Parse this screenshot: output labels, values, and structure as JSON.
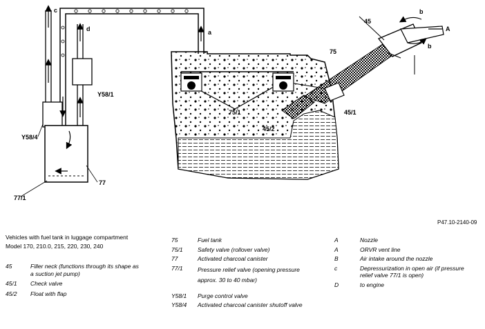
{
  "diagram_labels": {
    "c": "c",
    "d": "d",
    "a": "a",
    "b_top": "b",
    "b_bottom": "b",
    "A": "A",
    "n45": "45",
    "n75": "75",
    "n75_1": "75/1",
    "n45_1": "45/1",
    "n45_2": "45/2",
    "y58_1": "Y58/1",
    "y58_4": "Y58/4",
    "n77": "77",
    "n77_1": "77/1"
  },
  "reference_id": "P47.10-2140-09",
  "intro": {
    "title": "Vehicles with fuel tank in luggage compartment",
    "models": "Model 170, 210.0, 215, 220, 230, 240"
  },
  "legend_col1": [
    {
      "code": "45",
      "desc": "Filler neck (functions through its shape as a suction jet pump)"
    },
    {
      "code": "45/1",
      "desc": "Check valve"
    },
    {
      "code": "45/2",
      "desc": "Float with flap"
    }
  ],
  "legend_col2": [
    {
      "code": "75",
      "desc": "Fuel tank"
    },
    {
      "code": "75/1",
      "desc": "Safety valve (rollover valve)"
    },
    {
      "code": "77",
      "desc": "Activated charcoal canister"
    },
    {
      "code": "77/1",
      "desc": "Pressure relief valve (opening pressure approx. 30 to 40 mbar)"
    },
    {
      "code": "",
      "desc": ""
    },
    {
      "code": "Y58/1",
      "desc": "Purge control valve"
    },
    {
      "code": "Y58/4",
      "desc": "Activated charcoal canister shutoff valve"
    }
  ],
  "legend_col3": [
    {
      "code": "A",
      "desc": "Nozzle"
    },
    {
      "code": "A",
      "desc": "ORVR vent line"
    },
    {
      "code": "B",
      "desc": "Air intake around the nozzle"
    },
    {
      "code": "c",
      "desc": "Depressurization in open air (if pressure relief valve 77/1 is open)"
    },
    {
      "code": "D",
      "desc": "to engine"
    }
  ]
}
